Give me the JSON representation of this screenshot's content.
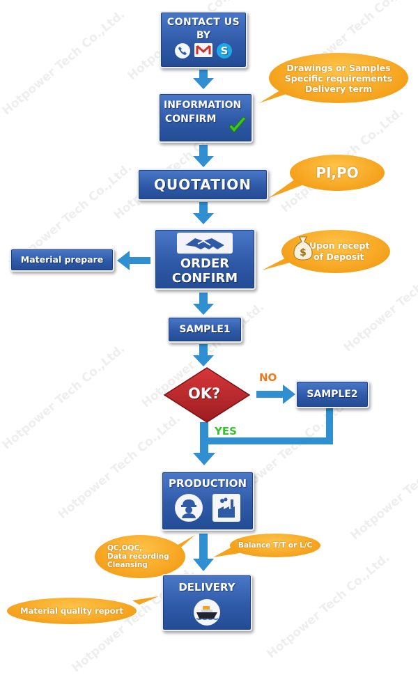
{
  "watermark": "Hotpower Tech Co.,Ltd.",
  "steps": {
    "contact": {
      "line1": "CONTACT US",
      "line2": "BY"
    },
    "information": {
      "line1": "INFORMATION",
      "line2": "CONFIRM"
    },
    "quotation": {
      "label": "QUOTATION"
    },
    "order": {
      "line1": "ORDER",
      "line2": "CONFIRM"
    },
    "material": {
      "label": "Material prepare"
    },
    "sample1": {
      "label": "SAMPLE1"
    },
    "ok": {
      "label": "OK?"
    },
    "sample2": {
      "label": "SAMPLE2"
    },
    "production": {
      "label": "PRODUCTION"
    },
    "delivery": {
      "label": "DELIVERY"
    }
  },
  "branches": {
    "no": "NO",
    "yes": "YES"
  },
  "notes": {
    "contact_requirements": [
      "Drawings or Samples",
      "Specific requirements",
      "Delivery term"
    ],
    "quotation_docs": "PI,PO",
    "deposit": [
      "Upon recept",
      "of Deposit"
    ],
    "qc": [
      "QC,OQC,",
      "Data recording",
      "Cleansing"
    ],
    "balance": "Balance T/T or L/C",
    "quality_report": "Material quality report"
  },
  "icons": {
    "contact": [
      "phone-icon",
      "mail-icon",
      "skype-icon"
    ],
    "information": "checkmark-icon",
    "order": "handshake-icon",
    "deposit": "money-bag-icon",
    "production": [
      "worker-icon",
      "factory-icon"
    ],
    "delivery": "ship-icon"
  },
  "colors": {
    "box": "#2f5aa8",
    "arrow": "#2f8fd0",
    "bubble": "#f5a21c",
    "decision": "#b8262a",
    "no_label": "#f0781a",
    "yes_label": "#35c22a"
  }
}
